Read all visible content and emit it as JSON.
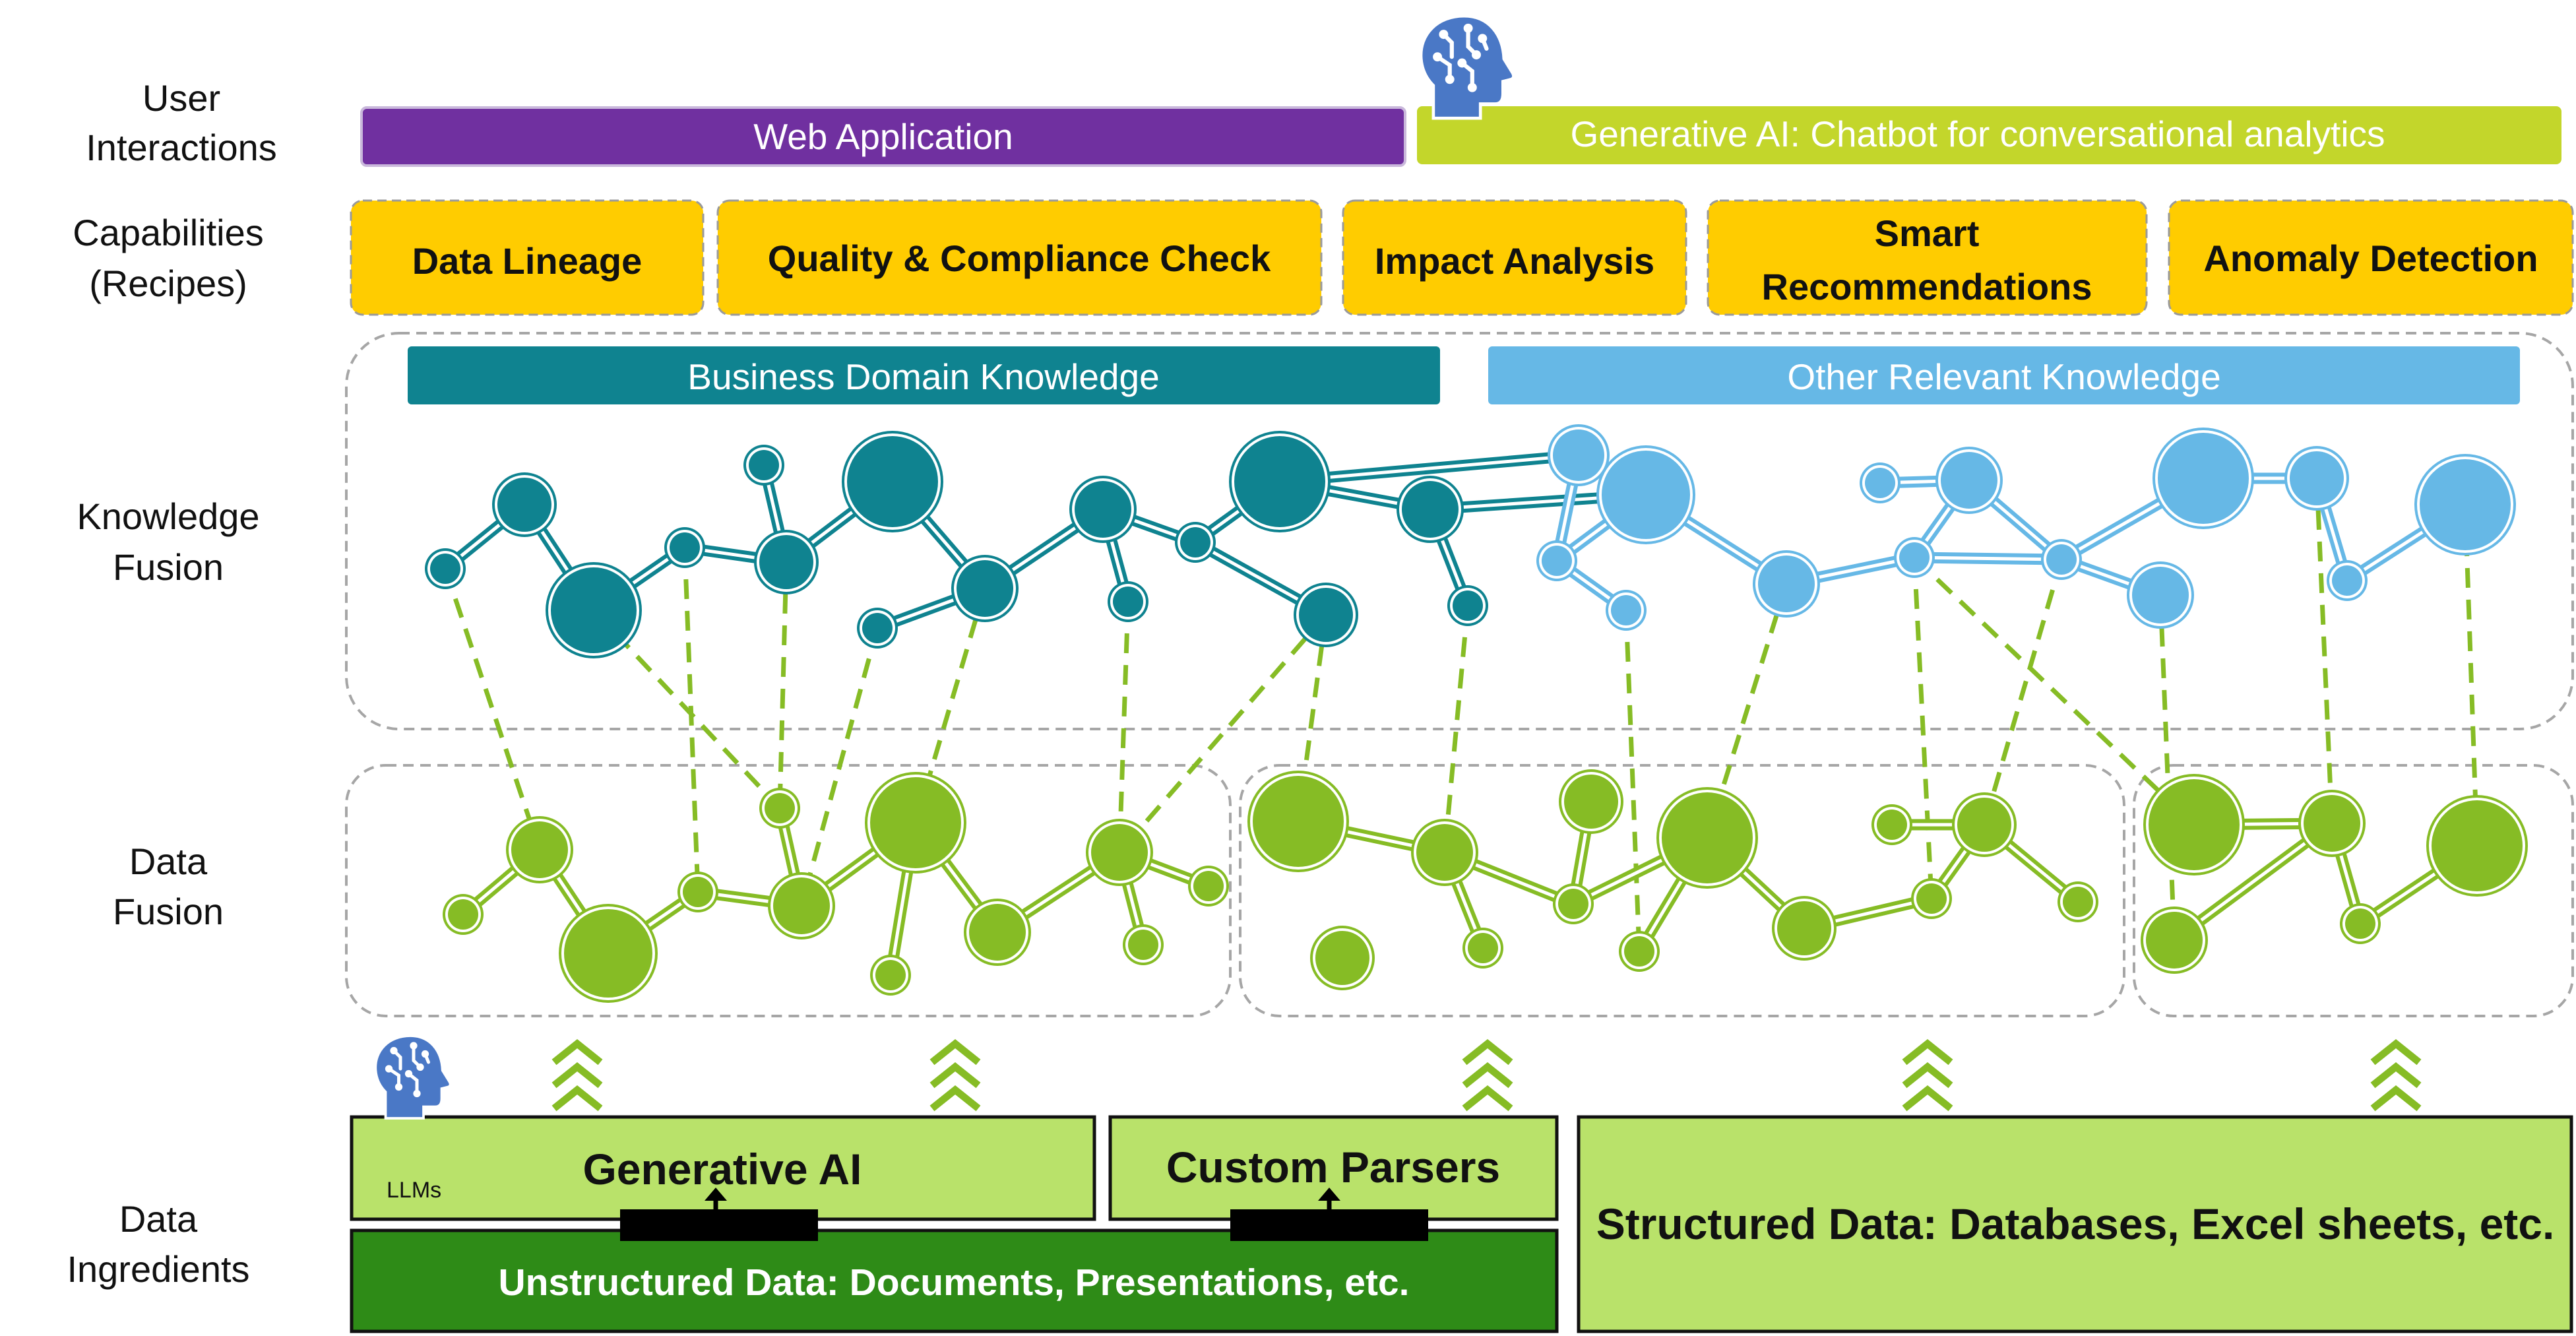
{
  "row_labels": {
    "user_interactions": [
      "User",
      "Interactions"
    ],
    "capabilities": [
      "Capabilities",
      "(Recipes)"
    ],
    "knowledge_fusion": [
      "Knowledge",
      "Fusion"
    ],
    "data_fusion": [
      "Data",
      "Fusion"
    ],
    "data_ingredients": [
      "Data",
      "Ingredients"
    ]
  },
  "user_interactions": {
    "web_application": "Web Application",
    "chatbot": "Generative AI: Chatbot for conversational analytics"
  },
  "capabilities": [
    [
      "Data Lineage"
    ],
    [
      "Quality & Compliance Check"
    ],
    [
      "Impact Analysis"
    ],
    [
      "Smart",
      "Recommendations"
    ],
    [
      "Anomaly Detection"
    ]
  ],
  "knowledge": {
    "business_domain": "Business Domain Knowledge",
    "other_relevant": "Other Relevant Knowledge"
  },
  "ingredients": {
    "generative_ai": "Generative AI",
    "llms": "LLMs",
    "custom_parsers": "Custom Parsers",
    "unstructured": "Unstructured Data: Documents, Presentations, etc.",
    "structured": "Structured Data: Databases, Excel sheets, etc."
  },
  "colors": {
    "purple": "#7030a0",
    "lime": "#c3d62b",
    "capability_yellow": "#ffcc00",
    "teal": "#0f8390",
    "light_blue": "#66b8e6",
    "green_node": "#86bc25",
    "light_green": "#b9e26a",
    "dark_green": "#2e8b17",
    "brain_blue": "#4a78c6"
  },
  "icons": [
    "brain-head-icon",
    "double-chevron-up-icon"
  ]
}
